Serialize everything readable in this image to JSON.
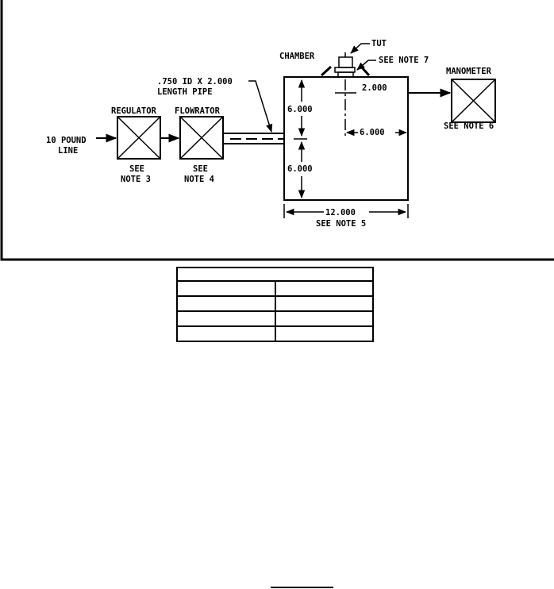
{
  "diagram": {
    "labels": {
      "tut": "TUT",
      "chamber": "CHAMBER",
      "see_note_7": "SEE NOTE 7",
      "manometer": "MANOMETER",
      "see_note_6": "SEE NOTE 6",
      "pipe_line1": ".750 ID X 2.000",
      "pipe_line2": "LENGTH PIPE",
      "regulator": "REGULATOR",
      "flowrator": "FLOWRATOR",
      "line_line1": "10 POUND",
      "line_line2": "LINE",
      "reg_note_line1": "SEE",
      "reg_note_line2": "NOTE 3",
      "flow_note_line1": "SEE",
      "flow_note_line2": "NOTE 4",
      "dim_upper": "6.000",
      "dim_lower": "6.000",
      "dim_top_right": "2.000",
      "dim_mid_right": "6.000",
      "dim_width": "12.000",
      "see_note_5": "SEE NOTE 5"
    }
  },
  "table": {
    "header": "",
    "rows": [
      [
        "",
        ""
      ],
      [
        "",
        ""
      ],
      [
        "",
        ""
      ],
      [
        "",
        ""
      ]
    ]
  }
}
